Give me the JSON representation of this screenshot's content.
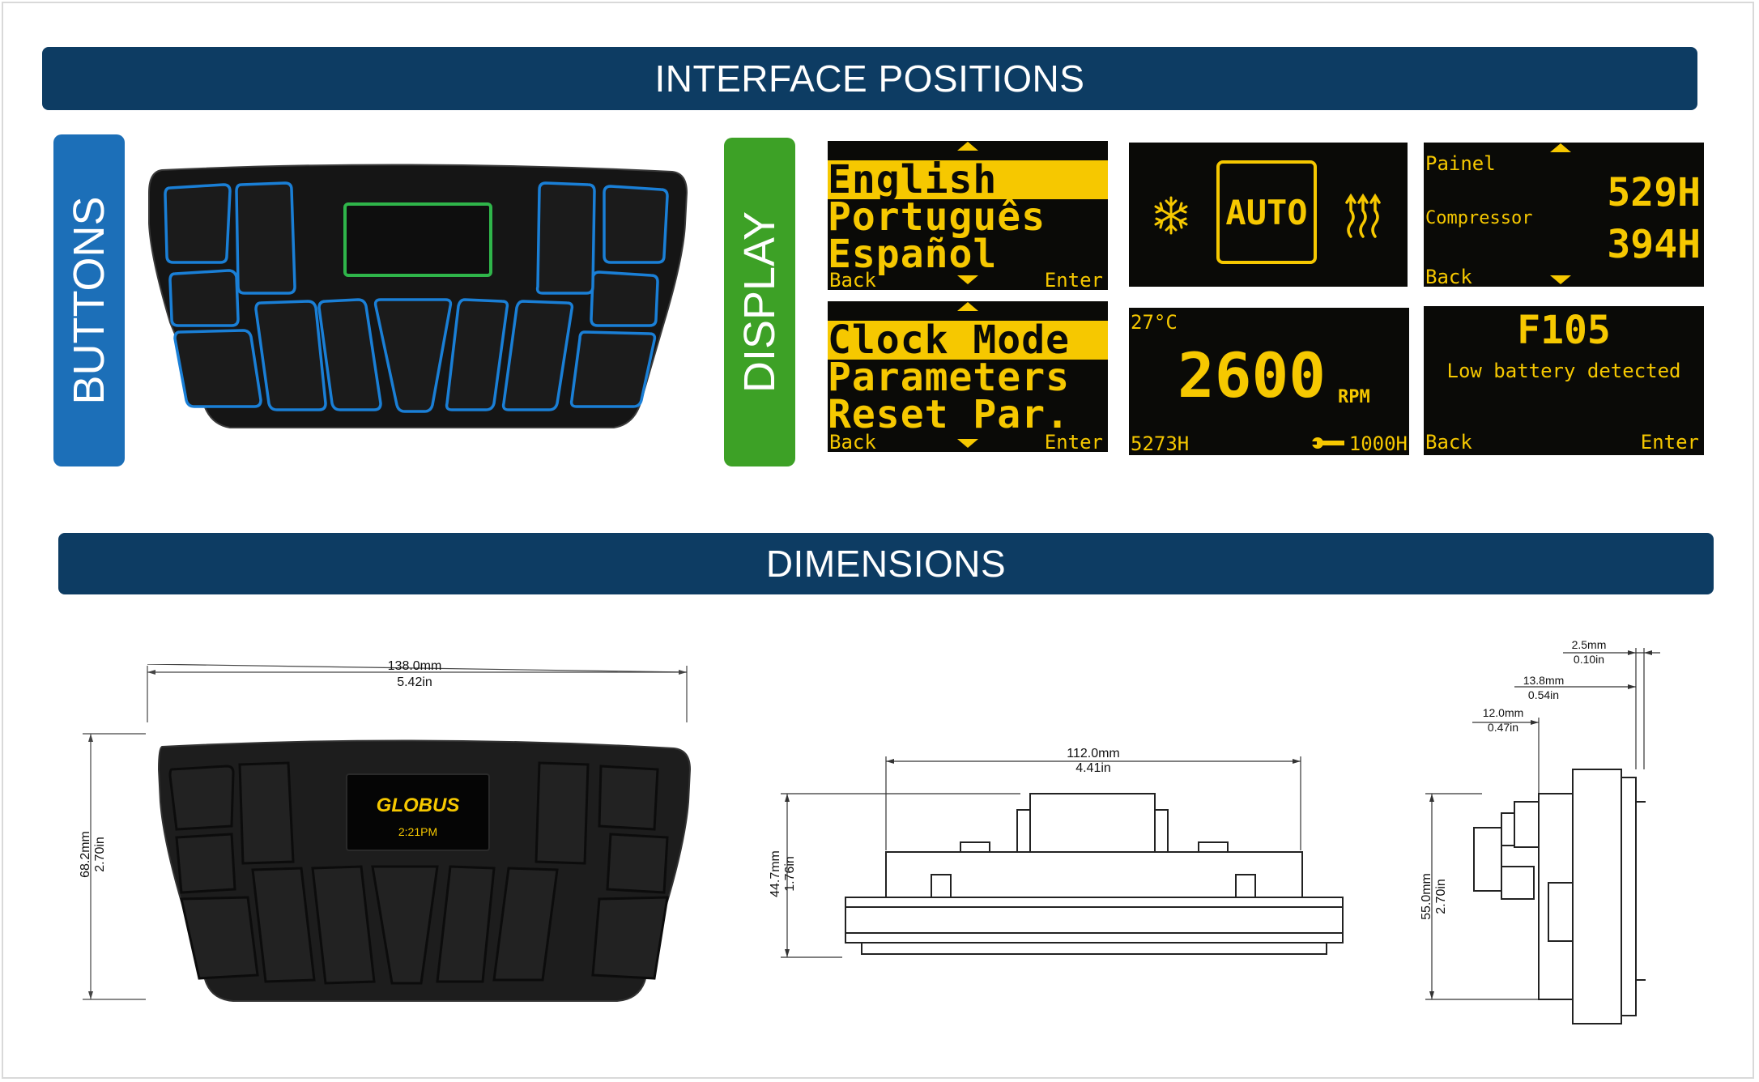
{
  "sections": {
    "interface_title": "INTERFACE POSITIONS",
    "dimensions_title": "DIMENSIONS"
  },
  "tabs": {
    "buttons": "BUTTONS",
    "display": "DISPLAY"
  },
  "colors": {
    "banner": "#0d3c63",
    "buttons_tab": "#1c6fb8",
    "display_tab": "#3da126",
    "oled_text": "#f6c800",
    "button_outline": "#1a7fd6",
    "display_outline": "#2fb54a"
  },
  "screens": {
    "language": {
      "options": [
        "English",
        "Português",
        "Español"
      ],
      "back": "Back",
      "enter": "Enter"
    },
    "climate": {
      "mode": "AUTO",
      "left_icon": "snowflake-icon",
      "right_icon": "heat-waves-icon"
    },
    "hours": {
      "row1_label": "Painel",
      "row1_value": "529H",
      "row2_label": "Compressor",
      "row2_value": "394H",
      "back": "Back"
    },
    "menu": {
      "options": [
        "Clock Mode",
        "Parameters",
        "Reset Par."
      ],
      "back": "Back",
      "enter": "Enter"
    },
    "engine": {
      "temperature": "27°C",
      "rpm": "2600",
      "rpm_unit": "RPM",
      "hours": "5273H",
      "service": "1000H",
      "service_icon": "wrench-icon"
    },
    "fault": {
      "code": "F105",
      "message": "Low battery detected",
      "back": "Back",
      "enter": "Enter"
    }
  },
  "product": {
    "logo": "GLOBUS",
    "clock": "2:21PM"
  },
  "dimensions": {
    "front_width_mm": "138.0mm",
    "front_width_in": "5.42in",
    "front_height_mm": "68.2mm",
    "front_height_in": "2.70in",
    "top_width_mm": "112.0mm",
    "top_width_in": "4.41in",
    "top_height_mm": "44.7mm",
    "top_height_in": "1.76in",
    "side_a_mm": "2.5mm",
    "side_a_in": "0.10in",
    "side_b_mm": "13.8mm",
    "side_b_in": "0.54in",
    "side_c_mm": "12.0mm",
    "side_c_in": "0.47in",
    "side_height_mm": "55.0mm",
    "side_height_in": "2.70in"
  }
}
